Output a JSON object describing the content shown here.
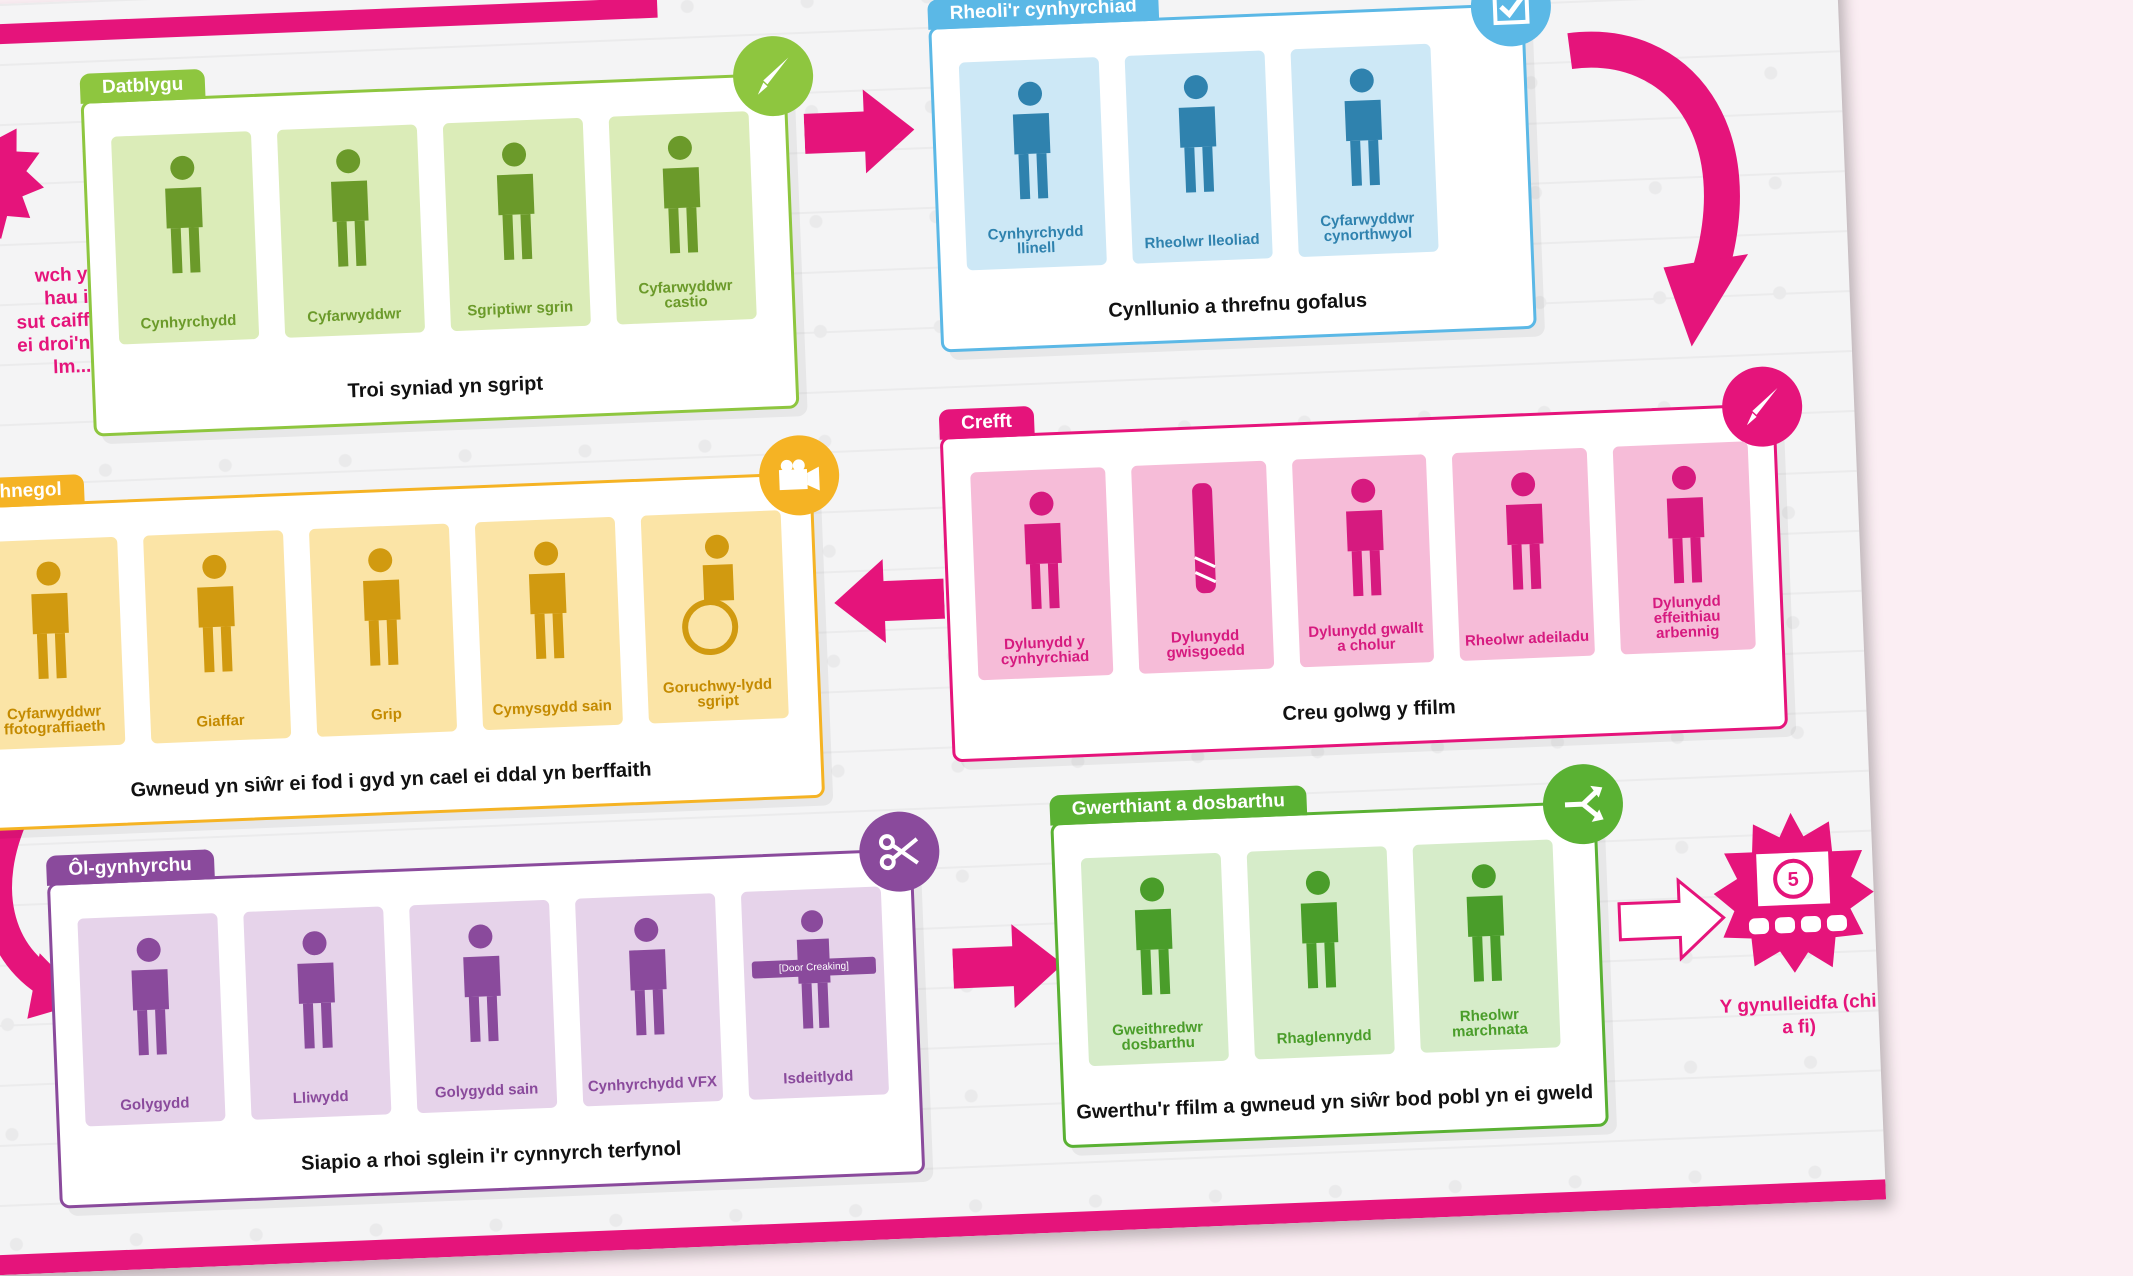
{
  "colors": {
    "pink": "#e5147b",
    "green": "#8ec63f",
    "blue": "#5bb8e6",
    "orange": "#f5b324",
    "purple": "#8a4a9c",
    "sales": "#5ab133"
  },
  "intro": {
    "lines": [
      "wch y",
      "hau i",
      "sut caiff",
      "ei droi'n",
      "lm..."
    ]
  },
  "sections": [
    {
      "id": "datblygu",
      "tab": "Datblygu",
      "icon": "paintbrush-icon",
      "caption": "Troi syniad yn sgript",
      "cards": [
        {
          "label": "Cynhyrchydd"
        },
        {
          "label": "Cyfarwyddwr"
        },
        {
          "label": "Sgriptiwr sgrin"
        },
        {
          "label": "Cyfarwyddwr castio"
        }
      ]
    },
    {
      "id": "rheoli",
      "tab": "Rheoli'r cynhyrchiad",
      "icon": "checkbox-icon",
      "caption": "Cynllunio a threfnu gofalus",
      "cards": [
        {
          "label": "Cynhyrchydd llinell"
        },
        {
          "label": "Rheolwr lleoliad"
        },
        {
          "label": "Cyfarwyddwr cynorthwyol"
        }
      ]
    },
    {
      "id": "technegol",
      "tab": "Technegol",
      "icon": "camera-icon",
      "caption": "Gwneud yn siŵr ei fod i gyd yn cael ei ddal yn berffaith",
      "cards": [
        {
          "label": "Cyfarwyddwr ffotograffiaeth"
        },
        {
          "label": "Giaffar"
        },
        {
          "label": "Grip"
        },
        {
          "label": "Cymysgydd sain"
        },
        {
          "label": "Goruchwy-lydd sgript"
        }
      ]
    },
    {
      "id": "crefft",
      "tab": "Crefft",
      "icon": "paintbrush-icon",
      "caption": "Creu golwg y ffilm",
      "cards": [
        {
          "label": "Dylunydd y cynhyrchiad"
        },
        {
          "label": "Dylunydd gwisgoedd"
        },
        {
          "label": "Dylunydd gwallt a cholur"
        },
        {
          "label": "Rheolwr adeiladu"
        },
        {
          "label": "Dylunydd effeithiau arbennig"
        }
      ]
    },
    {
      "id": "ol",
      "tab": "Ôl-gynhyrchu",
      "icon": "scissors-icon",
      "caption": "Siapio a rhoi sglein i'r cynnyrch terfynol",
      "cards": [
        {
          "label": "Golygydd"
        },
        {
          "label": "Lliwydd"
        },
        {
          "label": "Golygydd sain"
        },
        {
          "label": "Cynhyrchydd VFX"
        },
        {
          "label": "Isdeitlydd",
          "sign": "[Door Creaking]"
        }
      ]
    },
    {
      "id": "gwerthiant",
      "tab": "Gwerthiant a dosbarthu",
      "icon": "share-arrows-icon",
      "caption": "Gwerthu'r ffilm a gwneud yn siŵr bod pobl yn ei gweld",
      "cards": [
        {
          "label": "Gweithredwr dosbarthu"
        },
        {
          "label": "Rhaglennydd"
        },
        {
          "label": "Rheolwr marchnata"
        }
      ]
    }
  ],
  "audience": {
    "label": "Y gynulleidfa (chi a fi)",
    "countdown": "5"
  }
}
